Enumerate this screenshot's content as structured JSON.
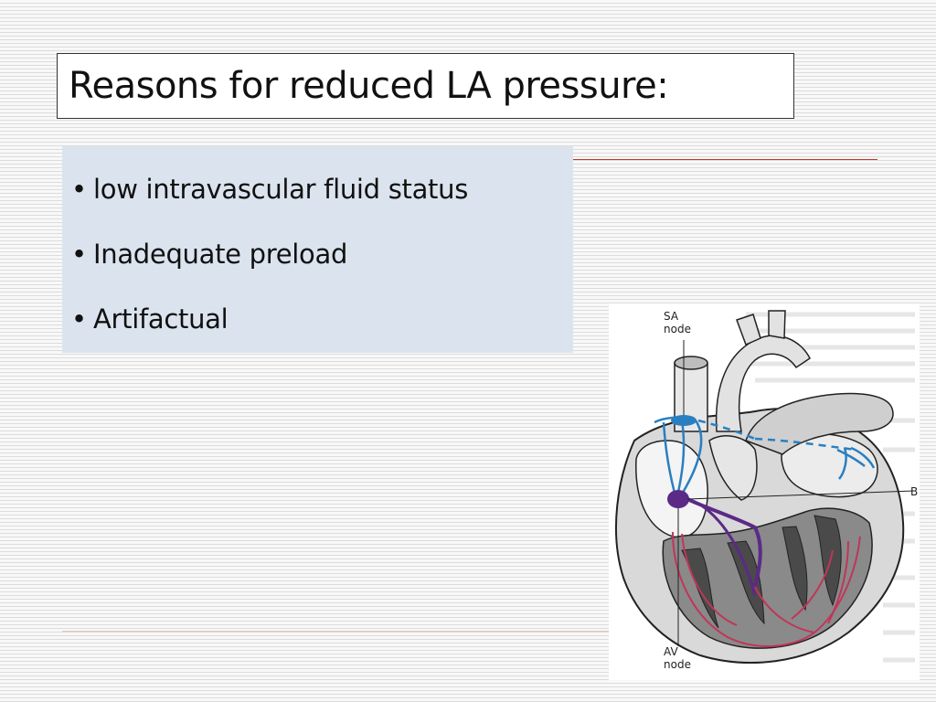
{
  "slide": {
    "title": "Reasons for reduced LA pressure:",
    "bullets": [
      {
        "text": "low intravascular fluid status"
      },
      {
        "text": "Inadequate preload"
      },
      {
        "text": "Artifactual"
      }
    ],
    "bullet_glyph": "•"
  },
  "figure": {
    "labels": {
      "sa_line1": "SA",
      "sa_line2": "node",
      "av_line1": "AV",
      "av_line2": "node",
      "edge_letter": "B"
    },
    "colors": {
      "conduction_blue": "#2a7fc0",
      "node_purple": "#5b2a86",
      "purkinje_red": "#c0365a"
    }
  }
}
